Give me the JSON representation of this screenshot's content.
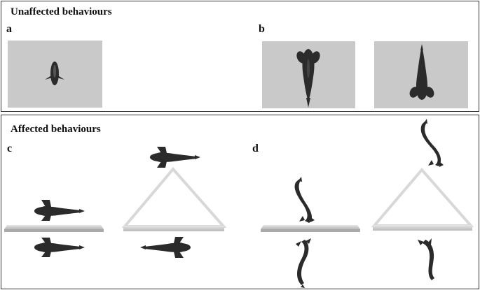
{
  "top_panel": {
    "title": "Unaffected behaviours",
    "labels": {
      "a": "a",
      "b": "b"
    }
  },
  "bottom_panel": {
    "title": "Affected behaviours",
    "labels": {
      "c": "c",
      "d": "d"
    }
  },
  "colors": {
    "fish": "#2b2b2b",
    "tile": "#c9c9c9",
    "barrier": "#cfcfcf",
    "border": "#333333"
  }
}
